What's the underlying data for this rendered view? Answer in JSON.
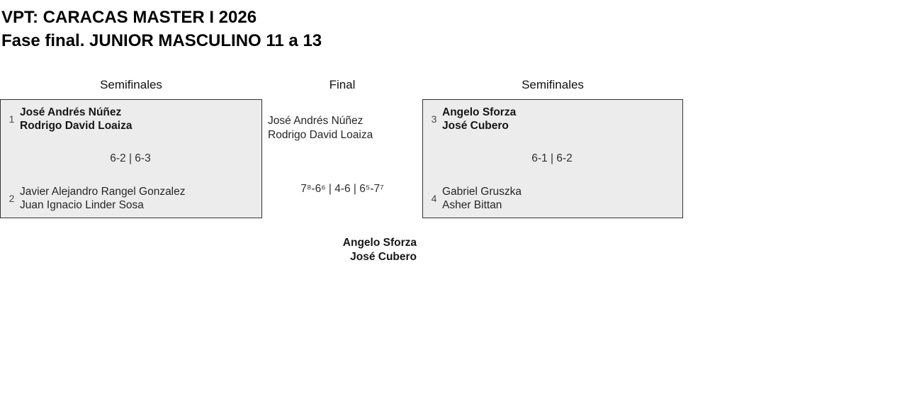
{
  "header": {
    "title": "VPT: CARACAS MASTER I 2026",
    "subtitle": "Fase final. JUNIOR MASCULINO 11 a 13"
  },
  "bracket": {
    "semifinal_left": {
      "round_label": "Semifinales",
      "team1": {
        "seed": "1",
        "players": [
          "José Andrés Núñez",
          "Rodrigo David Loaiza"
        ]
      },
      "score": "6-2 | 6-3",
      "team2": {
        "seed": "2",
        "players": [
          "Javier Alejandro Rangel Gonzalez",
          "Juan Ignacio Linder Sosa"
        ]
      }
    },
    "final": {
      "round_label": "Final",
      "finalist": {
        "players": [
          "José Andrés Núñez",
          "Rodrigo David Loaiza"
        ]
      },
      "score": "7⁸-6⁶ | 4-6 | 6⁵-7⁷",
      "champion": {
        "players": [
          "Angelo Sforza",
          "José Cubero"
        ]
      }
    },
    "semifinal_right": {
      "round_label": "Semifinales",
      "team1": {
        "seed": "3",
        "players": [
          "Angelo Sforza",
          "José Cubero"
        ]
      },
      "score": "6-1 | 6-2",
      "team2": {
        "seed": "4",
        "players": [
          "Gabriel Gruszka",
          "Asher Bittan"
        ]
      }
    }
  },
  "colors": {
    "box_fill": "#ececec",
    "box_border": "#333333",
    "text": "#1c1c1c",
    "seed_text": "#464646"
  }
}
